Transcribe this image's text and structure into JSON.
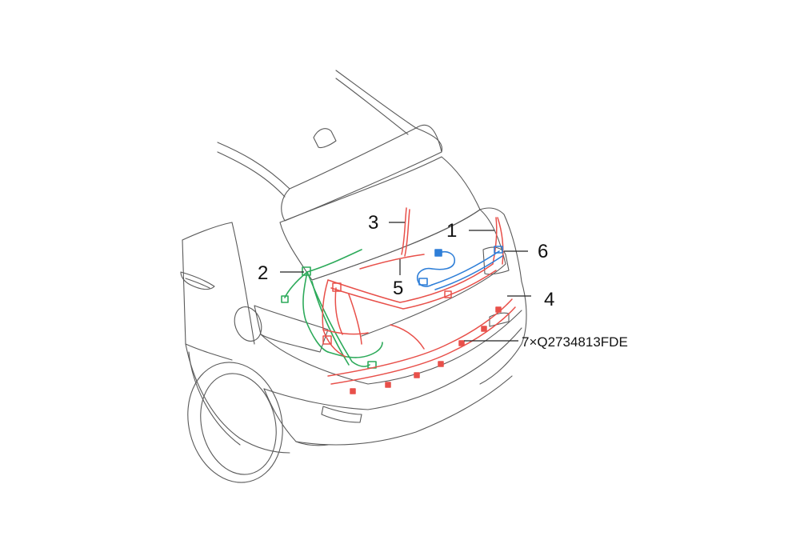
{
  "callouts": {
    "c1": "1",
    "c2": "2",
    "c3": "3",
    "c4": "4",
    "c5": "5",
    "c6": "6",
    "c7": "7×Q2734813FDE"
  },
  "colors": {
    "outline": "#5a5a5a",
    "harness_red": "#e8504a",
    "harness_green": "#2daa5a",
    "harness_blue": "#2f7fd8",
    "text": "#111111"
  }
}
